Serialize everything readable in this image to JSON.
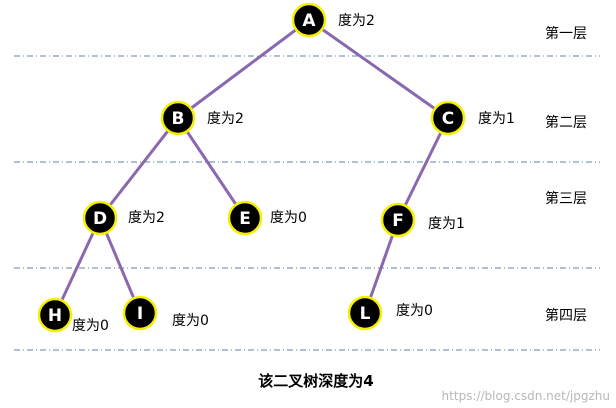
{
  "nodes": [
    {
      "id": "A",
      "label": "A",
      "degree": "度为2"
    },
    {
      "id": "B",
      "label": "B",
      "degree": "度为2"
    },
    {
      "id": "C",
      "label": "C",
      "degree": "度为1"
    },
    {
      "id": "D",
      "label": "D",
      "degree": "度为2"
    },
    {
      "id": "E",
      "label": "E",
      "degree": "度为0"
    },
    {
      "id": "F",
      "label": "F",
      "degree": "度为1"
    },
    {
      "id": "H",
      "label": "H",
      "degree": "度为0"
    },
    {
      "id": "I",
      "label": "I",
      "degree": "度为0"
    },
    {
      "id": "L",
      "label": "L",
      "degree": "度为0"
    }
  ],
  "edges": [
    [
      "A",
      "B"
    ],
    [
      "A",
      "C"
    ],
    [
      "B",
      "D"
    ],
    [
      "B",
      "E"
    ],
    [
      "C",
      "F"
    ],
    [
      "D",
      "H"
    ],
    [
      "D",
      "I"
    ],
    [
      "F",
      "L"
    ]
  ],
  "levels": [
    "第一层",
    "第二层",
    "第三层",
    "第四层"
  ],
  "caption": "该二叉树深度为4",
  "watermark": "https://blog.csdn.net/jpgzhu",
  "colors": {
    "node_fill": "#000000",
    "node_border": "#f5f000",
    "edge": "#8a68b0",
    "separator": "#5f83ac"
  }
}
